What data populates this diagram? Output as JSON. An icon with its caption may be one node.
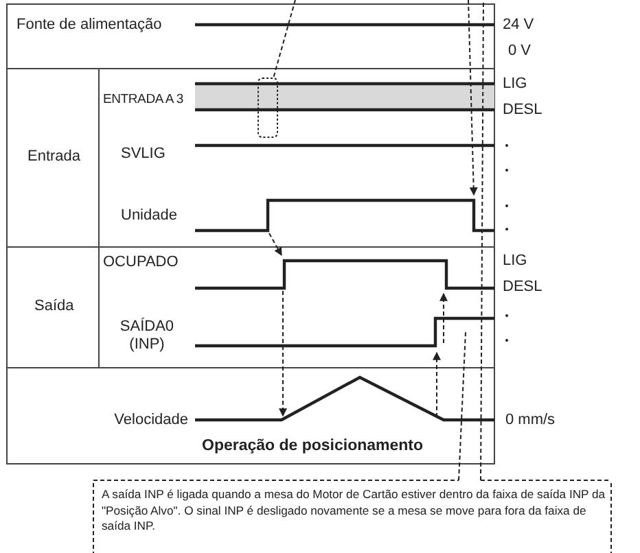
{
  "diagram": {
    "nodes": [
      {
        "text": [
          "A saída INP é ligada quando a mesa do Motor de Cartão estiver dentro da faixa de saída INP da \"Posição Alvo\". O sinal INP é desligado novamente se a mesa se move para fora da faixa de saída INP."
        ]
      },
      {
        "text": [],
        "shape": "box"
      }
    ],
    "edges": [
      {
        "from": null,
        "to": 1,
        "arrow": "none",
        "style": "dashed"
      },
      {
        "from": 0,
        "to": null,
        "arrow": "none",
        "style": "dashed"
      },
      {
        "from": 0,
        "to": null,
        "arrow": "none",
        "style": "dashed"
      }
    ],
    "labels": [
      "Fonte de alimentação",
      "24 V",
      "0 V",
      "ENTRADA A 3",
      "LIG",
      "DESL",
      "Entrada",
      "SVLIG",
      "Unidade",
      "LIG",
      "DESL",
      "OCUPADO",
      "Saída",
      "SAÍDA0 (INP)",
      "Velocidade",
      "0 mm/s",
      "Operação de posicionamento"
    ]
  }
}
